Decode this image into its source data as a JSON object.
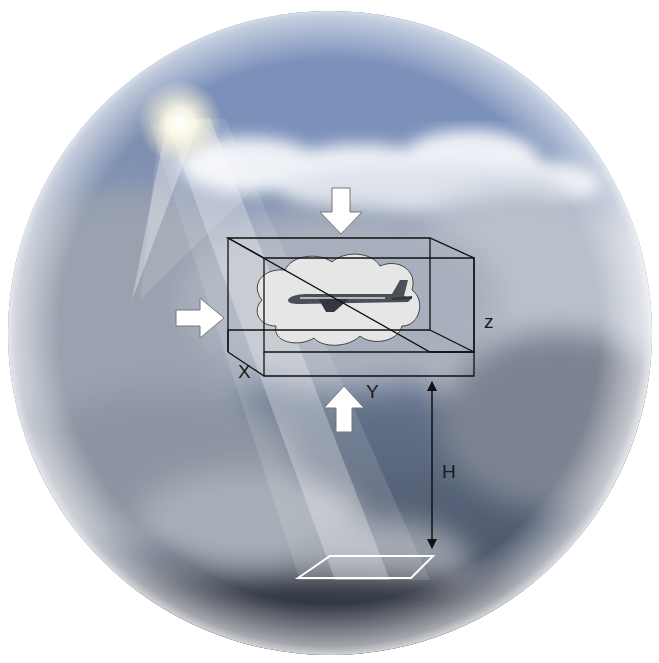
{
  "diagram": {
    "labels": [
      "X",
      "Y",
      "z",
      "H"
    ]
  }
}
